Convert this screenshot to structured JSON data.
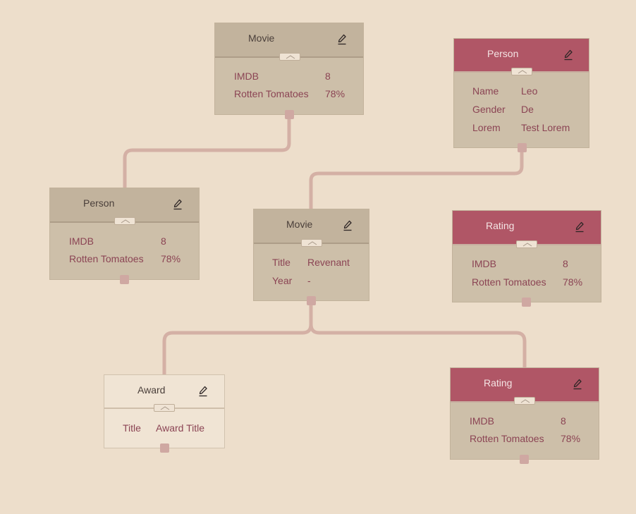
{
  "colors": {
    "background": "#eddecb",
    "node_body": "#cdbfa9",
    "node_header": "#c2b39d",
    "accent_header": "#b05666",
    "field_text": "#8b4454",
    "connector": "#d4b0a5"
  },
  "icons": {
    "edit": "pencil-icon",
    "collapse": "chevron-up-icon",
    "port": "connector-port"
  },
  "nodes": [
    {
      "title": "Movie",
      "fields": [
        {
          "key": "IMDB",
          "value": "8"
        },
        {
          "key": "Rotten Tomatoes",
          "value": "78%"
        }
      ]
    },
    {
      "title": "Person",
      "fields": [
        {
          "key": "Name",
          "value": "Leo"
        },
        {
          "key": "Gender",
          "value": "De"
        },
        {
          "key": "Lorem",
          "value": "Test Lorem"
        }
      ]
    },
    {
      "title": "Person",
      "fields": [
        {
          "key": "IMDB",
          "value": "8"
        },
        {
          "key": "Rotten Tomatoes",
          "value": "78%"
        }
      ]
    },
    {
      "title": "Movie",
      "fields": [
        {
          "key": "Title",
          "value": "Revenant"
        },
        {
          "key": "Year",
          "value": "-"
        }
      ]
    },
    {
      "title": "Rating",
      "fields": [
        {
          "key": "IMDB",
          "value": "8"
        },
        {
          "key": "Rotten Tomatoes",
          "value": "78%"
        }
      ]
    },
    {
      "title": "Award",
      "fields": [
        {
          "key": "Title",
          "value": "Award Title"
        }
      ]
    },
    {
      "title": "Rating",
      "fields": [
        {
          "key": "IMDB",
          "value": "8"
        },
        {
          "key": "Rotten Tomatoes",
          "value": "78%"
        }
      ]
    }
  ]
}
